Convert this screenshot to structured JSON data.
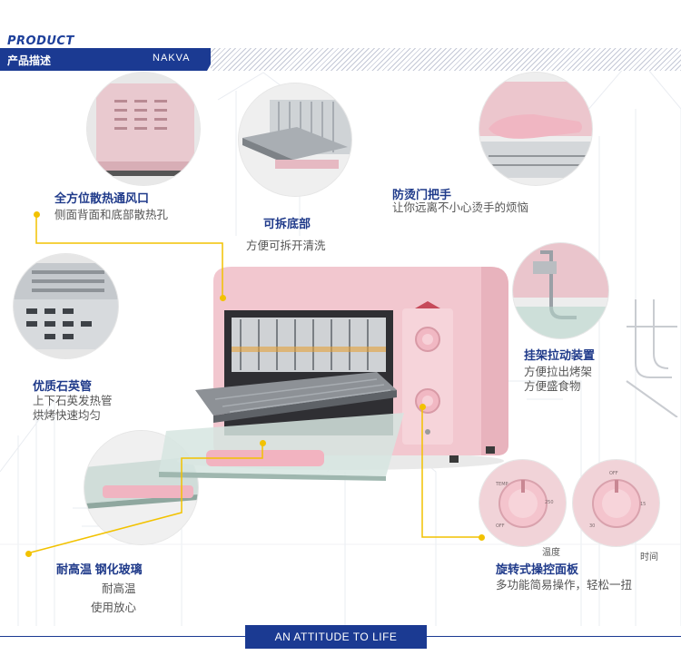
{
  "header": {
    "product_en": "PRODUCT",
    "title": "产品描述",
    "brand": "NAKVA"
  },
  "features": {
    "vent": {
      "title": "全方位散热通风口",
      "desc": "侧面背面和底部散热孔"
    },
    "tray": {
      "title": "可拆底部",
      "desc": "方便可拆开清洗"
    },
    "handle": {
      "title": "防烫门把手",
      "desc": "让你远离不小心烫手的烦恼"
    },
    "quartz": {
      "title": "优质石英管",
      "desc1": "上下石英发热管",
      "desc2": "烘烤快速均匀"
    },
    "rack": {
      "title": "挂架拉动装置",
      "desc1": "方便拉出烤架",
      "desc2": "方便盛食物"
    },
    "glass": {
      "title": "耐高温 钢化玻璃",
      "desc1": "耐高温",
      "desc2": "使用放心"
    },
    "knob": {
      "title": "旋转式操控面板",
      "desc": "多功能简易操作，轻松一扭",
      "label_temp": "温度",
      "label_time": "时间"
    }
  },
  "footer": {
    "text": "AN ATTITUDE TO LIFE"
  },
  "colors": {
    "navy": "#1b3a92",
    "pink": "#f2c6cf",
    "connector": "#f2c200"
  }
}
